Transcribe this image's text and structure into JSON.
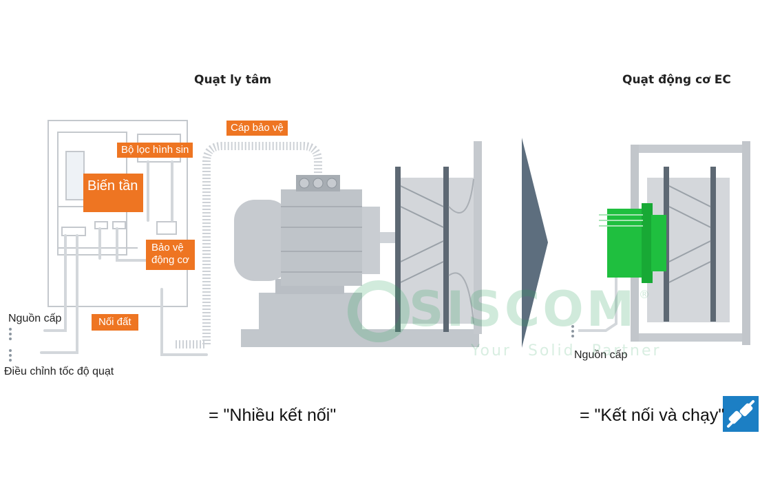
{
  "titles": {
    "left": "Quạt ly tâm",
    "right": "Quạt động cơ EC"
  },
  "labels": {
    "protective_cable": "Cáp bảo vệ",
    "sine_filter": "Bộ lọc hình sin",
    "inverter": "Biến tần",
    "motor_protection_line1": "Bảo vệ",
    "motor_protection_line2": "động cơ",
    "grounding": "Nối đất",
    "power_supply_left": "Nguồn cấp",
    "fan_speed_control": "Điều chỉnh tốc độ quạt",
    "power_supply_right": "Nguồn cấp"
  },
  "captions": {
    "left": "= \"Nhiều kết nối\"",
    "right": "= \"Kết nối và chạy\""
  },
  "watermark": {
    "brand": "SISCOM",
    "registered": "®",
    "tagline": "Your Solid Partner"
  },
  "icons": {
    "plug": "plug-connect-icon"
  },
  "colors": {
    "orange": "#ee7522",
    "green": "#1fbf3f",
    "gray": "#c9cdd3",
    "dark_arrow": "#5d6e7e",
    "plug_bg": "#1c7fc4"
  }
}
